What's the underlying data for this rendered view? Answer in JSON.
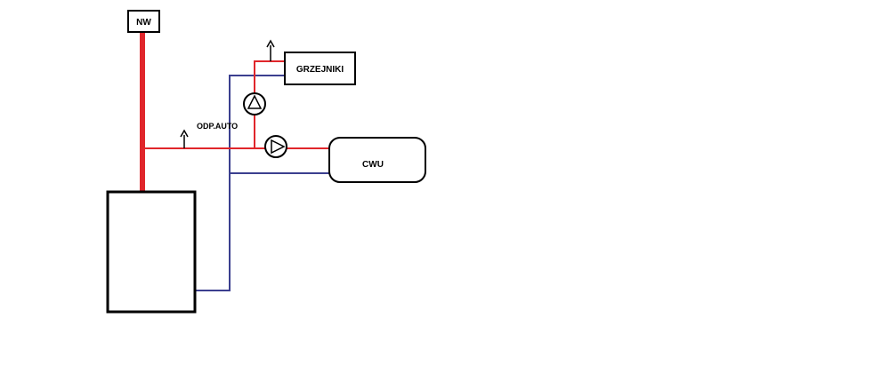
{
  "labels": {
    "nw": "NW",
    "radiators": "GRZEJNIKI",
    "auto_vent": "ODP.AUTO",
    "hot_water_tank": "CWU"
  },
  "colors": {
    "supply_pipe": "#e0262b",
    "return_pipe": "#3b3f8f",
    "outline": "#000000",
    "background": "#ffffff"
  }
}
